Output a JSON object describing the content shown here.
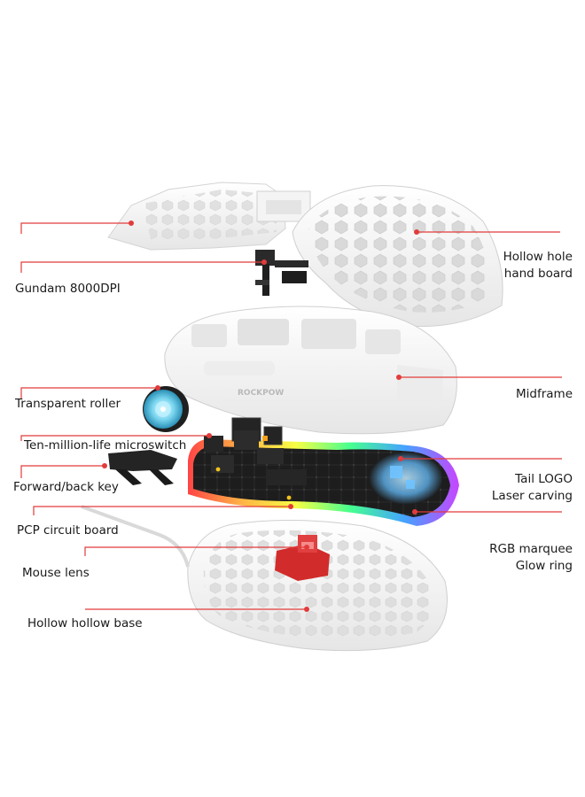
{
  "colors": {
    "leader": "#e23b3b",
    "shell": "#f2f2f2",
    "shell_edge": "#d6d6d6",
    "pcb": "#1b1b1b",
    "lens": "#d02b2b"
  },
  "labels": {
    "gundam": "Gundam 8000DPI",
    "hollow_hole_1": "Hollow hole",
    "hollow_hole_2": "hand board",
    "midframe": "Midframe",
    "roller": "Transparent roller",
    "microswitch": "Ten-million-life microswitch",
    "tail_logo_1": "Tail LOGO",
    "tail_logo_2": "Laser carving",
    "forward_back": "Forward/back key",
    "pcp": "PCP circuit board",
    "rgb_1": "RGB marquee",
    "rgb_2": "Glow ring",
    "mouse_lens": "Mouse lens",
    "base": "Hollow hollow base"
  },
  "brand": "ROCKPOW",
  "icons": [
    "roller-icon",
    "switch-icon",
    "side-button-icon",
    "lens-icon"
  ]
}
